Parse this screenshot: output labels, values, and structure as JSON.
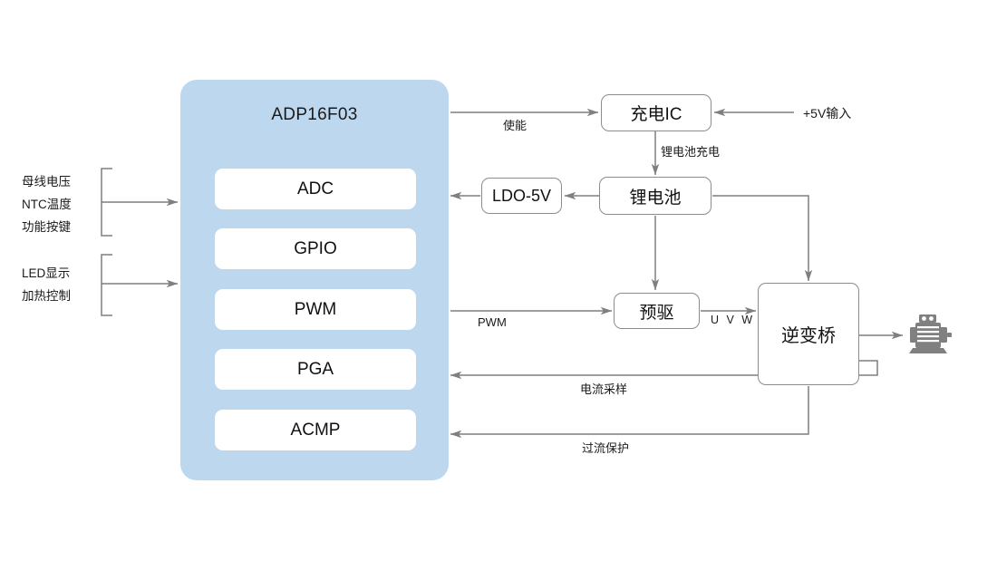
{
  "diagram": {
    "title": "ADP16F03 motor control block diagram",
    "colors": {
      "chip_fill": "#bdd7ee",
      "box_stroke": "#8c8c8c",
      "wire": "#7f7f7f",
      "text": "#1a1a1a",
      "motor_icon": "#808080"
    },
    "mcu": {
      "name": "ADP16F03",
      "peripherals": [
        {
          "label": "ADC"
        },
        {
          "label": "GPIO"
        },
        {
          "label": "PWM"
        },
        {
          "label": "PGA"
        },
        {
          "label": "ACMP"
        }
      ]
    },
    "left_inputs": [
      {
        "name": "analog-sense-group",
        "lines": [
          "母线电压",
          "NTC温度",
          "功能按键"
        ]
      },
      {
        "name": "output-control-group",
        "lines": [
          "LED显示",
          "加热控制"
        ]
      }
    ],
    "blocks": [
      {
        "id": "charger",
        "label": "充电IC"
      },
      {
        "id": "battery",
        "label": "锂电池"
      },
      {
        "id": "ldo",
        "label": "LDO-5V"
      },
      {
        "id": "predriver",
        "label": "预驱"
      },
      {
        "id": "inverter",
        "label": "逆变桥"
      }
    ],
    "signals": [
      {
        "id": "enable",
        "label": "使能"
      },
      {
        "id": "supply-in",
        "label": "+5V输入"
      },
      {
        "id": "battery-charge",
        "label": "锂电池充电"
      },
      {
        "id": "pwm",
        "label": "PWM"
      },
      {
        "id": "uvw",
        "label": "U V W"
      },
      {
        "id": "current-sense",
        "label": "电流采样"
      },
      {
        "id": "over-current",
        "label": "过流保护"
      }
    ],
    "icons": [
      {
        "id": "motor",
        "name": "motor-icon"
      }
    ]
  }
}
